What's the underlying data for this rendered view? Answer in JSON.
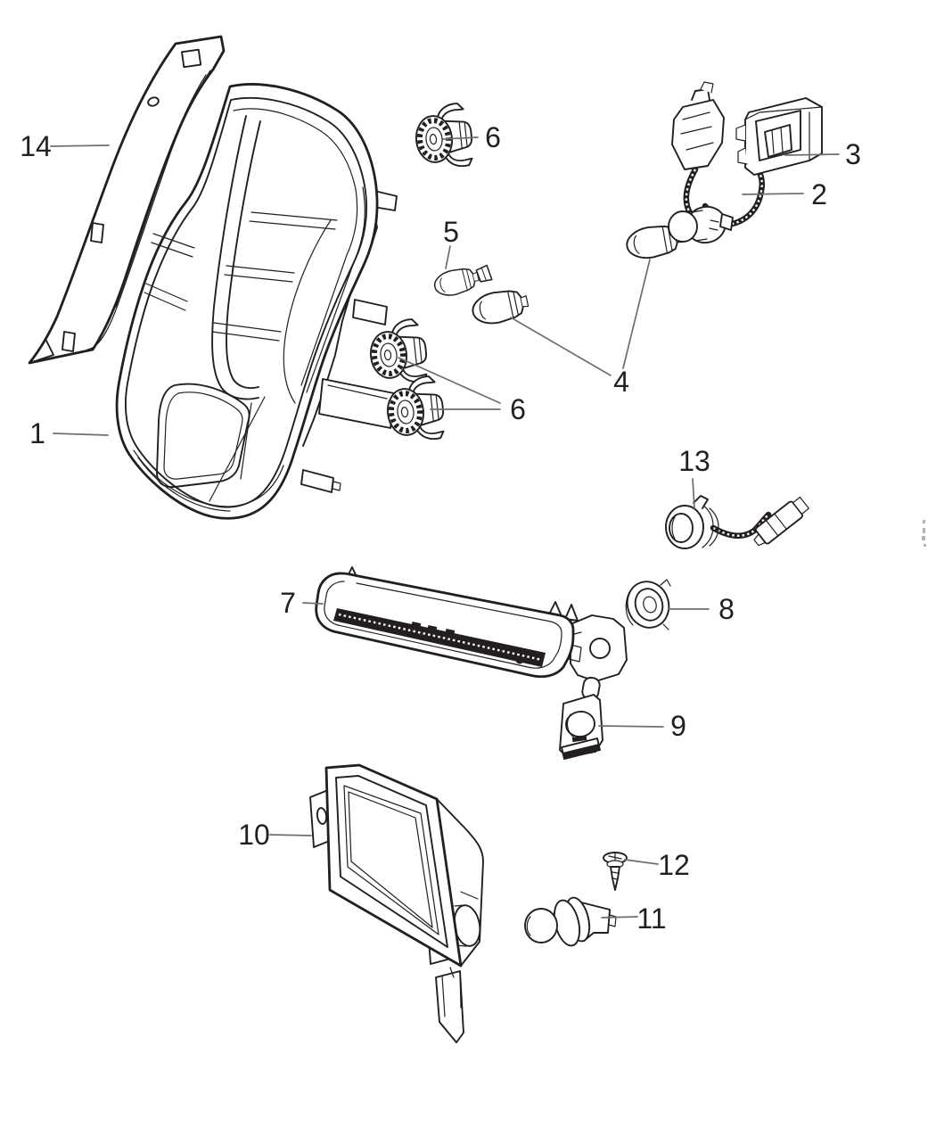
{
  "colors": {
    "ink": "#231f20",
    "leader": "#6d6e71",
    "paper": "#ffffff"
  },
  "callouts": {
    "c1": {
      "label": "1"
    },
    "c2": {
      "label": "2"
    },
    "c3": {
      "label": "3"
    },
    "c4": {
      "label": "4"
    },
    "c5": {
      "label": "5"
    },
    "c6top": {
      "label": "6"
    },
    "c6mid": {
      "label": "6"
    },
    "c7": {
      "label": "7"
    },
    "c8": {
      "label": "8"
    },
    "c9": {
      "label": "9"
    },
    "c10": {
      "label": "10"
    },
    "c11": {
      "label": "11"
    },
    "c12": {
      "label": "12"
    },
    "c13": {
      "label": "13"
    },
    "c14": {
      "label": "14"
    }
  }
}
